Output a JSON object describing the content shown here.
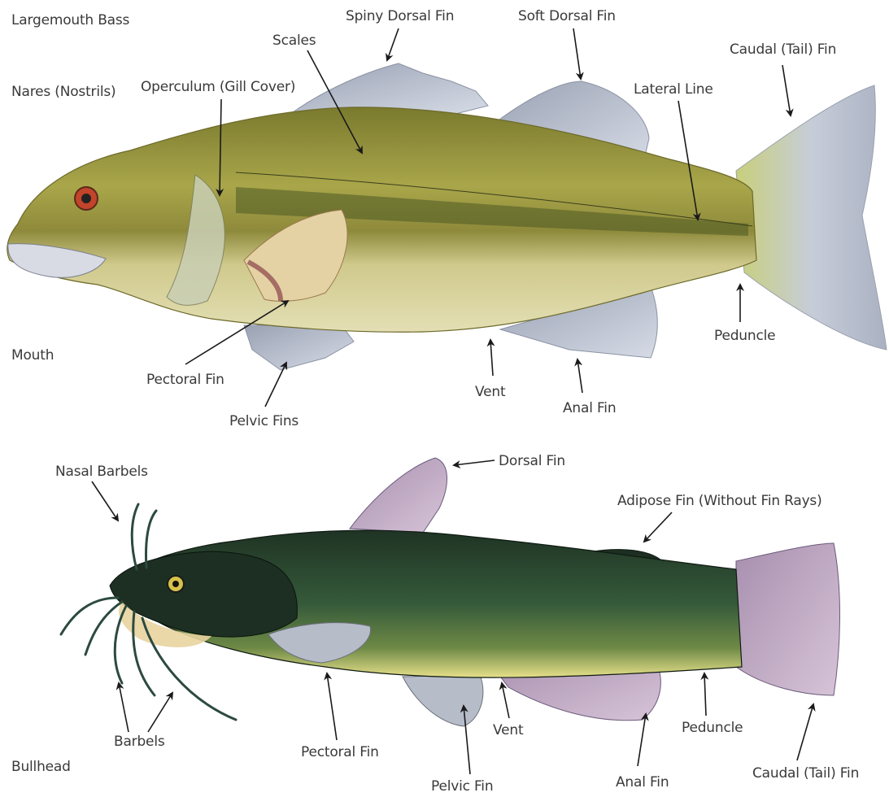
{
  "bass": {
    "title": "Largemouth Bass",
    "labels": {
      "nares": "Nares (Nostrils)",
      "operculum": "Operculum (Gill Cover)",
      "scales": "Scales",
      "spiny_dorsal": "Spiny Dorsal Fin",
      "soft_dorsal": "Soft Dorsal Fin",
      "caudal": "Caudal (Tail) Fin",
      "lateral_line": "Lateral Line",
      "mouth": "Mouth",
      "pectoral": "Pectoral Fin",
      "pelvic": "Pelvic Fins",
      "vent": "Vent",
      "anal": "Anal Fin",
      "peduncle": "Peduncle"
    }
  },
  "bullhead": {
    "title": "Bullhead",
    "labels": {
      "nasal_barbels": "Nasal Barbels",
      "dorsal": "Dorsal Fin",
      "adipose": "Adipose Fin (Without Fin Rays)",
      "barbels": "Barbels",
      "pectoral": "Pectoral Fin",
      "pelvic": "Pelvic Fin",
      "vent": "Vent",
      "anal": "Anal Fin",
      "peduncle": "Peduncle",
      "caudal": "Caudal (Tail) Fin"
    }
  },
  "colors": {
    "bass_body": "#b9b45c",
    "bass_belly": "#ddd6a0",
    "bass_fin": "#b8bfcc",
    "bullhead_body": "#2f4a33",
    "bullhead_fin": "#b89ab8",
    "label_text": "#3a3a3a",
    "arrow": "#1a1a1a"
  }
}
